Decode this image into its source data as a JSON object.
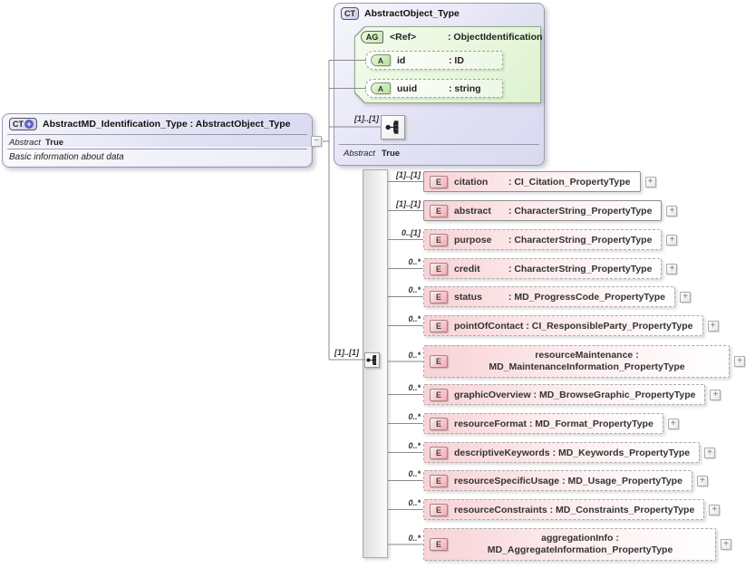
{
  "expand_glyph": "+",
  "collapse_glyph": "−",
  "derived_type": {
    "badge": "CT",
    "badge_plus": "+",
    "title": "AbstractMD_Identification_Type : AbstractObject_Type",
    "abstract_label": "Abstract",
    "abstract_value": "True",
    "annotation": "Basic information about data"
  },
  "base_type": {
    "badge": "CT",
    "title": "AbstractObject_Type",
    "abstract_label": "Abstract",
    "abstract_value": "True",
    "content_cardinality": "[1]..[1]",
    "attribute_group": {
      "badge": "AG",
      "name": "<Ref>",
      "type": ": ObjectIdentification"
    },
    "attributes": [
      {
        "badge": "A",
        "name": "id",
        "type": ": ID"
      },
      {
        "badge": "A",
        "name": "uuid",
        "type": ": string"
      }
    ]
  },
  "connector": {
    "cardinality": "[1]..[1]"
  },
  "elements": [
    {
      "badge": "E",
      "cardinality": "[1]..[1]",
      "name": "citation",
      "type": ": CI_Citation_PropertyType"
    },
    {
      "badge": "E",
      "cardinality": "[1]..[1]",
      "name": "abstract",
      "type": ": CharacterString_PropertyType"
    },
    {
      "badge": "E",
      "cardinality": "0..[1]",
      "name": "purpose",
      "type": ": CharacterString_PropertyType"
    },
    {
      "badge": "E",
      "cardinality": "0..*",
      "name": "credit",
      "type": ": CharacterString_PropertyType"
    },
    {
      "badge": "E",
      "cardinality": "0..*",
      "name": "status",
      "type": ": MD_ProgressCode_PropertyType"
    },
    {
      "badge": "E",
      "cardinality": "0..*",
      "name": "pointOfContact",
      "type": ": CI_ResponsibleParty_PropertyType"
    },
    {
      "badge": "E",
      "cardinality": "0..*",
      "name": "resourceMaintenance",
      "type": ": MD_MaintenanceInformation_PropertyType"
    },
    {
      "badge": "E",
      "cardinality": "0..*",
      "name": "graphicOverview",
      "type": ": MD_BrowseGraphic_PropertyType"
    },
    {
      "badge": "E",
      "cardinality": "0..*",
      "name": "resourceFormat",
      "type": ": MD_Format_PropertyType"
    },
    {
      "badge": "E",
      "cardinality": "0..*",
      "name": "descriptiveKeywords",
      "type": ": MD_Keywords_PropertyType"
    },
    {
      "badge": "E",
      "cardinality": "0..*",
      "name": "resourceSpecificUsage",
      "type": ": MD_Usage_PropertyType"
    },
    {
      "badge": "E",
      "cardinality": "0..*",
      "name": "resourceConstraints",
      "type": ": MD_Constraints_PropertyType"
    },
    {
      "badge": "E",
      "cardinality": "0..*",
      "name": "aggregationInfo",
      "type": ": MD_AggregateInformation_PropertyType"
    }
  ]
}
